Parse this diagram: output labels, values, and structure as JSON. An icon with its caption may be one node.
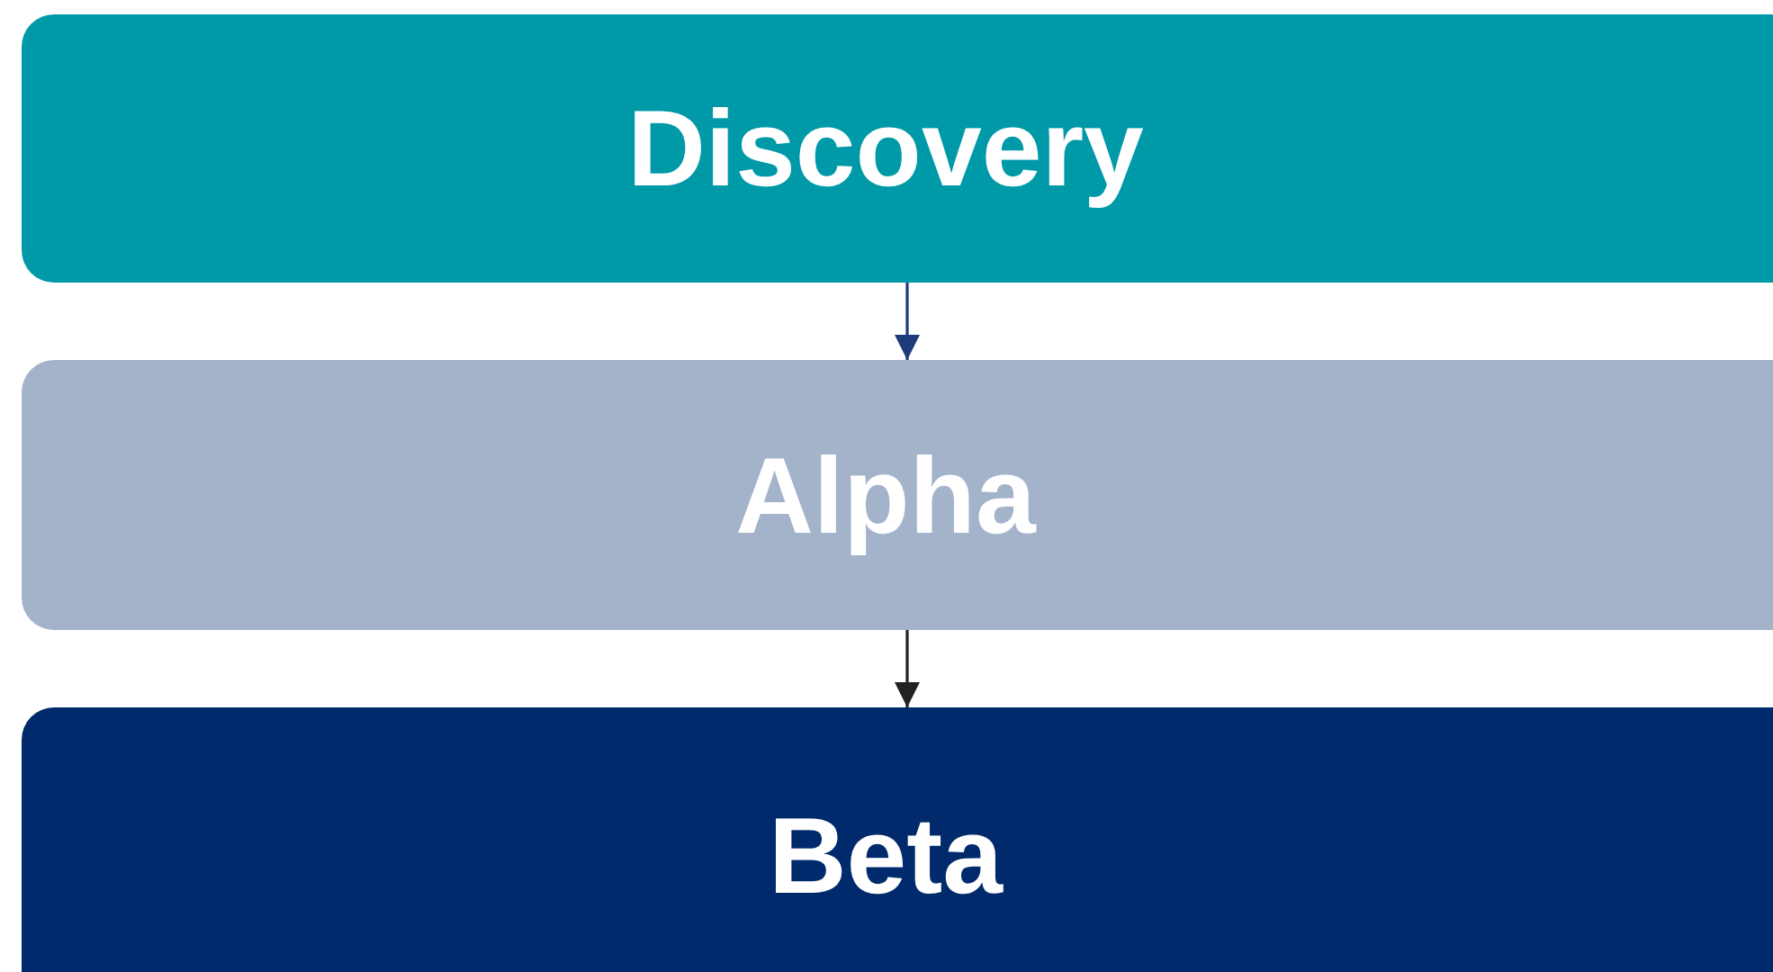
{
  "diagram": {
    "nodes": [
      {
        "text": [
          "Discovery"
        ]
      },
      {
        "text": [
          "Alpha"
        ]
      },
      {
        "text": [
          "Beta"
        ]
      }
    ],
    "edges": [
      {
        "from": 0,
        "to": 1,
        "arrow": "to",
        "color": "#1f3a7a"
      },
      {
        "from": 1,
        "to": 2,
        "arrow": "to"
      }
    ]
  }
}
